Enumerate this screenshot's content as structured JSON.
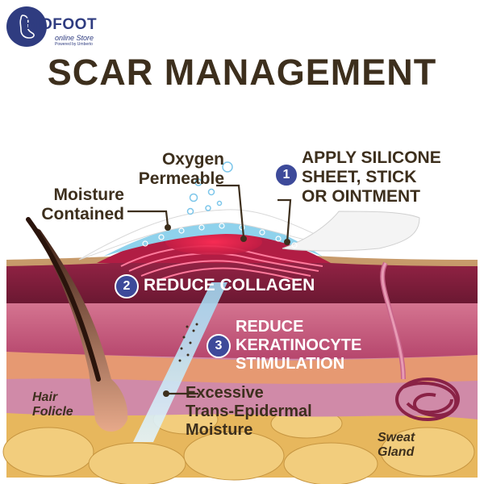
{
  "logo": {
    "brand": "BIOFOOT",
    "line1": "online Store",
    "line2": "Powered by Umberto"
  },
  "title": "SCAR MANAGEMENT",
  "labels": {
    "apply": [
      "APPLY SILICONE",
      "SHEET, STICK",
      "OR OINTMENT"
    ],
    "oxygen": [
      "Oxygen",
      "Permeable"
    ],
    "moisture": [
      "Moisture",
      "Contained"
    ],
    "collagen": "REDUCE COLLAGEN",
    "keratinocyte": [
      "REDUCE",
      "KERATINOCYTE",
      "STIMULATION"
    ],
    "excessive": [
      "Excessive",
      "Trans-Epidermal",
      "Moisture"
    ],
    "hair": [
      "Hair",
      "Folicle"
    ],
    "sweat": [
      "Sweat",
      "Gland"
    ]
  },
  "steps": [
    "1",
    "2",
    "3"
  ],
  "colors": {
    "text": "#3d2f1d",
    "step_badge": "#3d4a9a",
    "epidermis": "#7e1e3c",
    "dermis": "#c25a7c",
    "fat": "#ecc46a",
    "silicone": "#ffffff",
    "moisture_layer": "#8fd2ec"
  }
}
